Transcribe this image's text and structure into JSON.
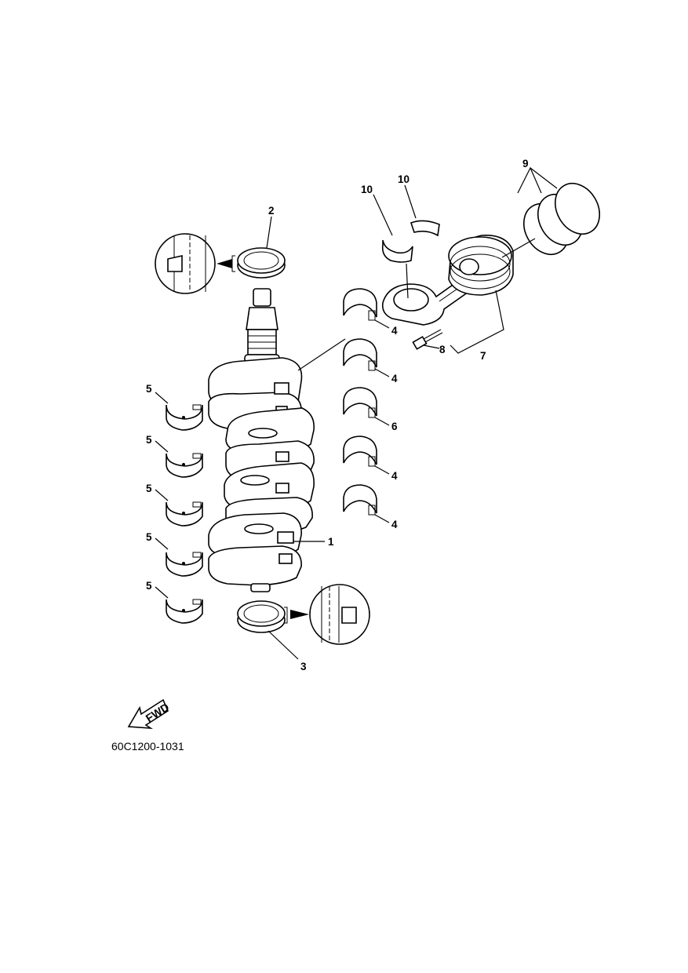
{
  "callouts": {
    "c1": "1",
    "c2": "2",
    "c3": "3",
    "c4a": "4",
    "c4b": "4",
    "c4c": "4",
    "c4d": "4",
    "c5a": "5",
    "c5b": "5",
    "c5c": "5",
    "c5d": "5",
    "c5e": "5",
    "c6": "6",
    "c7": "7",
    "c8": "8",
    "c9": "9",
    "c10a": "10",
    "c10b": "10"
  },
  "fwd_label": "FWD",
  "drawing_ref": "60C1200-1031",
  "icons": {
    "fwd": "fwd-arrow-icon",
    "oil_seal_section": "oil-seal-section-icon"
  }
}
